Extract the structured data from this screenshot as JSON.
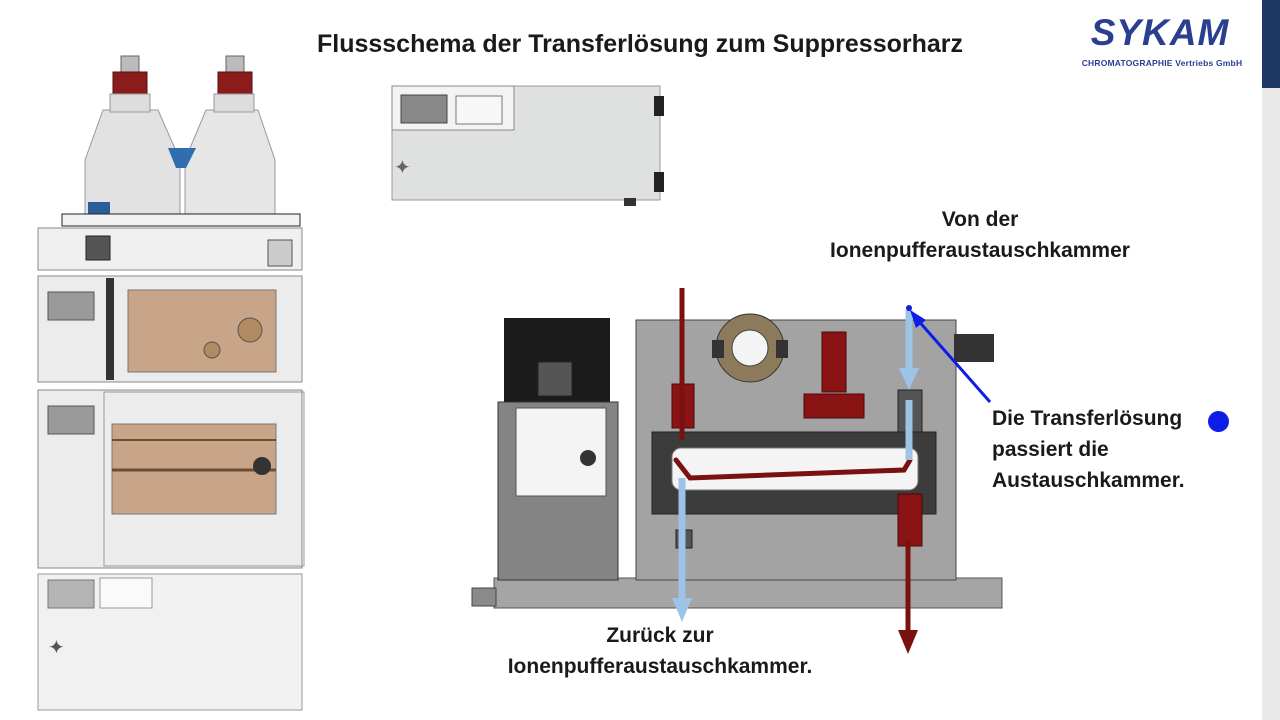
{
  "slide": {
    "title": "Flussschema der Transferlösung zum Suppressorharz",
    "logo": {
      "name": "SYKAM",
      "tagline": "CHROMATOGRAPHIE Vertriebs GmbH"
    },
    "labels": {
      "from_chamber": [
        "Von der",
        "Ionenpufferaustauschkammer"
      ],
      "back_to_chamber": [
        "Zurück zur",
        "Ionenpufferaustauschkammer."
      ],
      "passes_chamber": [
        "Die Transferlösung",
        "passiert die",
        "Austauschkammer."
      ]
    },
    "colors": {
      "logo_blue": "#2b3f8f",
      "flow_dark_red": "#7b1010",
      "flow_light_blue": "#9dc3e6",
      "pointer_blue": "#0c1ee6",
      "title_text": "#1a1a1a"
    },
    "icons": [
      "instrument-stack-illustration",
      "instrument-module-illustration",
      "suppressor-unit-illustration",
      "flow-arrow",
      "bullet-dot"
    ]
  }
}
